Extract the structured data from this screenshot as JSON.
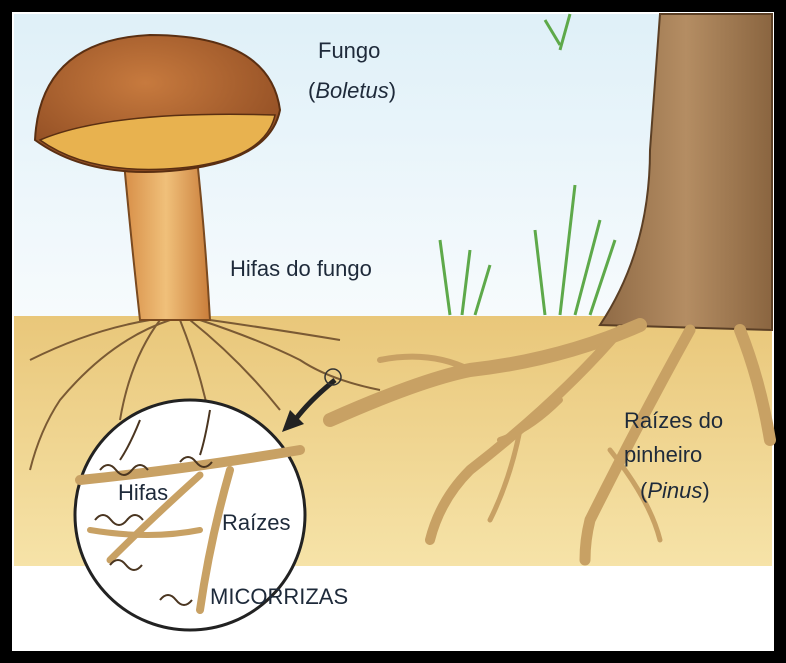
{
  "labels": {
    "fungus": "Fungo",
    "fungus_genus": "Boletus",
    "hyphae_of_fungus": "Hifas do fungo",
    "pine_roots_line1": "Raízes do",
    "pine_roots_line2": "pinheiro",
    "pine_genus": "Pinus",
    "hyphae": "Hifas",
    "roots": "Raízes",
    "mycorrhizae": "MICORRIZAS"
  },
  "colors": {
    "sky": "#eef7fb",
    "soil": "#f0d58e",
    "cap": "#b86a33",
    "stem": "#e2a15a",
    "trunk": "#a98158",
    "root": "#d9b57a"
  }
}
